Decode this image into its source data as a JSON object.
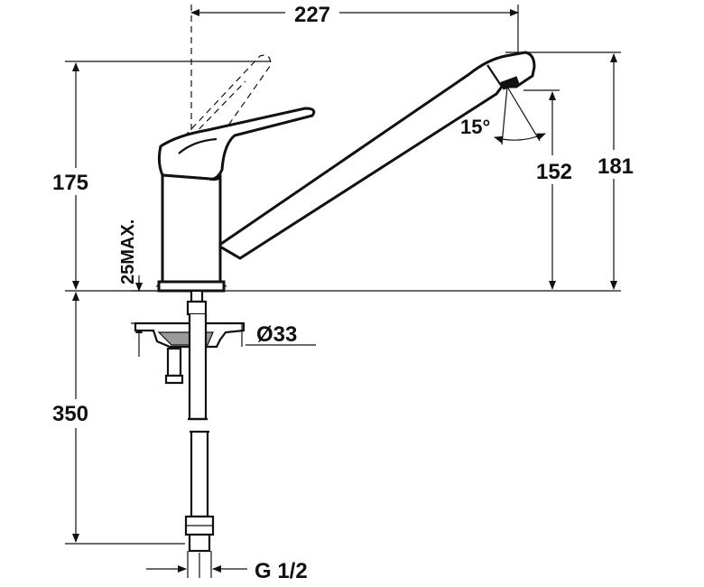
{
  "dimensions": {
    "top_width": "227",
    "left_height": "175",
    "deck_thickness": "25MAX.",
    "below_length": "350",
    "right_height_outer": "181",
    "right_height_inner": "152",
    "spout_angle": "15°",
    "hole_diameter": "Ø33",
    "connection": "G 1/2"
  }
}
